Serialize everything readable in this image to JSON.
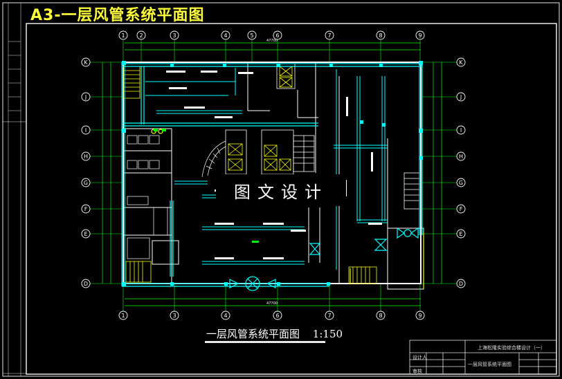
{
  "sheet_title": "A3-一层风管系统平面图",
  "watermark": "图文设计",
  "caption": {
    "title": "一层风管系统平面图",
    "scale": "1:150"
  },
  "grid": {
    "columns_top": [
      "1",
      "2",
      "3",
      "4",
      "5",
      "6",
      "7",
      "8",
      "9"
    ],
    "columns_bottom": [
      "1",
      "3",
      "4",
      "6",
      "7",
      "8",
      "9"
    ],
    "rows": [
      "K",
      "J",
      "I",
      "H",
      "G",
      "F",
      "E",
      "D"
    ],
    "overall_dimension": "47700"
  },
  "title_block": {
    "project": "上海松隆实验综合楼设计（一）",
    "drawing_name": "一层风管系统平面图",
    "left_labels": [
      "设计人",
      "审核"
    ]
  },
  "colors": {
    "background": "#000000",
    "duct": "#00ffff",
    "grid_line": "#00ff00",
    "wall": "#ffffff",
    "equipment": "#ffff00",
    "sheet_title": "#ffff3c"
  }
}
